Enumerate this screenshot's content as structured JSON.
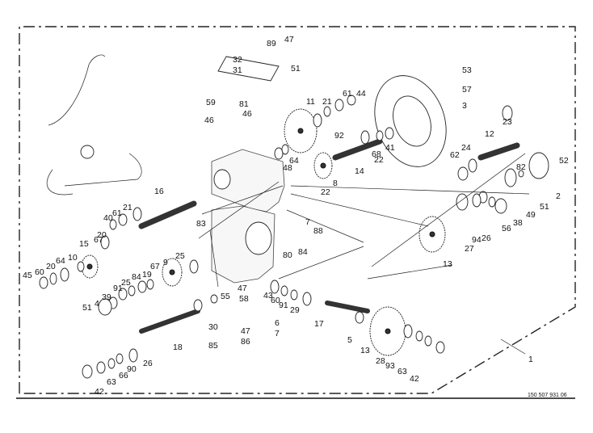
{
  "diagram": {
    "drawing_number": "150 507 931 06",
    "assembly_label": "1",
    "callouts": [
      "89",
      "47",
      "32",
      "31",
      "51",
      "53",
      "57",
      "3",
      "59",
      "81",
      "46",
      "46",
      "11",
      "21",
      "61",
      "44",
      "92",
      "48",
      "64",
      "22",
      "8",
      "14",
      "22",
      "68",
      "41",
      "23",
      "12",
      "24",
      "62",
      "52",
      "82",
      "2",
      "51",
      "49",
      "38",
      "56",
      "26",
      "94",
      "27",
      "13",
      "7",
      "88",
      "84",
      "80",
      "83",
      "16",
      "21",
      "61",
      "40",
      "67",
      "15",
      "20",
      "64",
      "10",
      "20",
      "60",
      "45",
      "25",
      "9",
      "67",
      "19",
      "84",
      "25",
      "91",
      "39",
      "4",
      "51",
      "55",
      "30",
      "18",
      "26",
      "90",
      "66",
      "63",
      "42",
      "47",
      "58",
      "43",
      "60",
      "91",
      "29",
      "17",
      "6",
      "7",
      "47",
      "86",
      "85",
      "5",
      "13",
      "28",
      "93",
      "63",
      "42"
    ]
  }
}
